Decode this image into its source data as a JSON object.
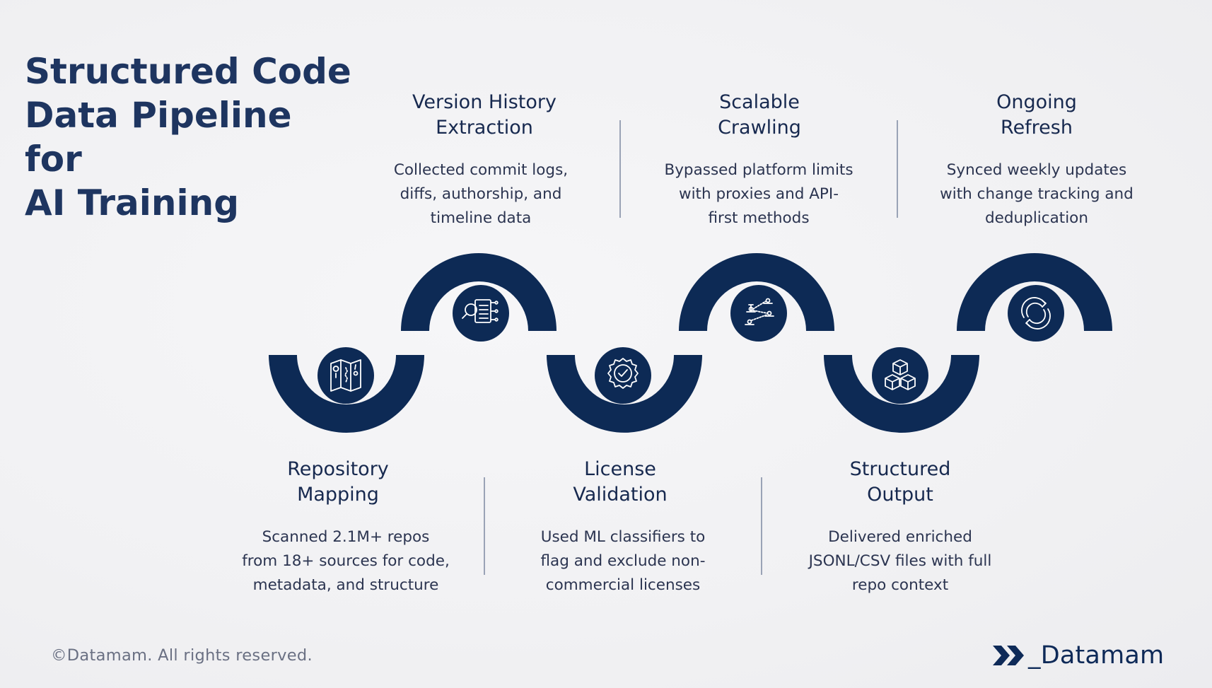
{
  "title": {
    "line1": "Structured Code",
    "line2": "Data Pipeline for",
    "line3": "AI Training"
  },
  "colors": {
    "primary": "#0d2a55",
    "title": "#1e3560",
    "background": "#f1f1f3"
  },
  "steps": [
    {
      "title_lines": [
        "Repository",
        "Mapping"
      ],
      "desc_lines": [
        "Scanned 2.1M+ repos",
        "from 18+ sources for code,",
        "metadata, and structure"
      ],
      "icon": "map-icon"
    },
    {
      "title_lines": [
        "Version History",
        "Extraction"
      ],
      "desc_lines": [
        "Collected commit logs,",
        "diffs, authorship, and",
        "timeline data"
      ],
      "icon": "document-search-icon"
    },
    {
      "title_lines": [
        "License",
        "Validation"
      ],
      "desc_lines": [
        "Used ML classifiers to",
        "flag and exclude non-",
        "commercial licenses"
      ],
      "icon": "badge-check-icon"
    },
    {
      "title_lines": [
        "Scalable",
        "Crawling"
      ],
      "desc_lines": [
        "Bypassed platform limits",
        "with proxies and API-",
        "first methods"
      ],
      "icon": "network-nodes-icon"
    },
    {
      "title_lines": [
        "Structured",
        "Output"
      ],
      "desc_lines": [
        "Delivered enriched",
        "JSONL/CSV files with full",
        "repo context"
      ],
      "icon": "cubes-icon"
    },
    {
      "title_lines": [
        "Ongoing",
        "Refresh"
      ],
      "desc_lines": [
        "Synced weekly updates",
        "with change tracking and",
        "deduplication"
      ],
      "icon": "refresh-icon"
    }
  ],
  "footer": {
    "copyright": "©Datamam. All rights reserved.",
    "brand": "_Datamam"
  }
}
